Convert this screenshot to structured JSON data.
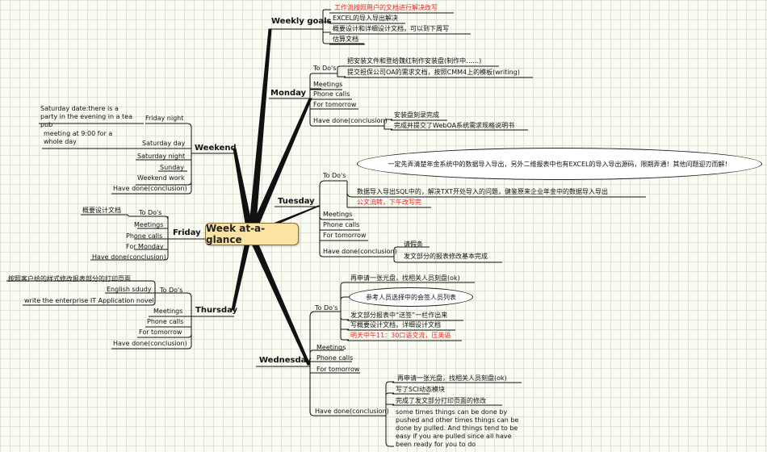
{
  "central": "Week at-a-glance",
  "weekly_goals": {
    "label": "Weekly goals",
    "items": [
      "工作流按照用户的文档进行解决改写",
      "EXCEL的导入导出解决",
      "概要设计和详细设计文档，可以到下周写",
      "估算文档"
    ]
  },
  "monday": {
    "label": "Monday",
    "todos": {
      "label": "To Do's",
      "items": [
        "把安装文件和登给魏红制作安装盘(制作中……)",
        "提交担保公司OA的需求文档，按照CMM4上的模板(writing)"
      ]
    },
    "meetings": "Meetings",
    "phone": "Phone calls",
    "tomorrow": "For tomorrow",
    "done": {
      "label": "Have done(conclusion)",
      "items": [
        "安装盘刻录完成",
        "完成并提交了WebOA系统需求规格说明书"
      ]
    }
  },
  "weekend": {
    "label": "Weekend",
    "friday_night": {
      "label": "Friday night",
      "note": "Saturday date:there is a party in the evening in a tea pub"
    },
    "saturday_day": {
      "label": "Saturday day",
      "note": "meeting at 9:00 for a whole day"
    },
    "saturday_night": "Saturday night",
    "sunday": "Sunday",
    "work": "Weekend work",
    "done": "Have done(conclusion)"
  },
  "tuesday": {
    "label": "Tuesday",
    "todos": {
      "label": "To Do's",
      "bubble": "一定先弄清楚年金系统中的数据导入导出，另外二维报表中也有EXCEL的导入导出源码，限期弄通！其他问题迎刃而解！",
      "items": [
        "数据导入导出SQL中的，解决TXT开处导入的问题，健鉴原来企业年金中的数据导入导出",
        "公文流转，下午改写完"
      ]
    },
    "meetings": "Meetings",
    "phone": "Phone calls",
    "tomorrow": "For tomorrow",
    "done": {
      "label": "Have done(conclusion)",
      "items": [
        "请假条",
        "发文部分的报表修改基本完成"
      ]
    }
  },
  "friday": {
    "label": "Friday",
    "todos": {
      "label": "To Do's",
      "note": "概要设计文档"
    },
    "meetings": "Meetings",
    "phone": "Phone calls",
    "for_monday": "For Monday",
    "done": "Have done(conclusion)"
  },
  "thursday": {
    "label": "Thursday",
    "top_note": "按照客户给的样式修改报表部分的打印页面",
    "english": "English sdudy",
    "todos": "To Do's",
    "enterprise": "write the enterprise IT Application novel",
    "meetings": "Meetings",
    "phone": "Phone calls",
    "tomorrow": "For tomorrow",
    "done": "Have done(conclusion)"
  },
  "wednesday": {
    "label": "Wednesday",
    "todos": {
      "label": "To Do's",
      "items": [
        "再申请一张光盘，找相关人员刻盘(ok)",
        "发文部分报表中“送签”一栏作出来",
        "写概要设计文档，详细设计文档",
        "明天中午11：30口语交流，压英语"
      ],
      "bubble": "参考人员选择中的会签人员列表"
    },
    "meetings": "Meetings",
    "phone": "Phone calls",
    "tomorrow": "For tomorrow",
    "done": {
      "label": "Have done(conclusion)",
      "items": [
        "再申请一张光盘，找相关人员刻盘(ok)",
        "写了SCI动态模块",
        "完成了发文部分打印页面的修改"
      ],
      "note": "some times things can be done by pushed and other times things can be done by pulled. And things tend to be easy if you are pulled since all have been ready for you to do"
    }
  }
}
